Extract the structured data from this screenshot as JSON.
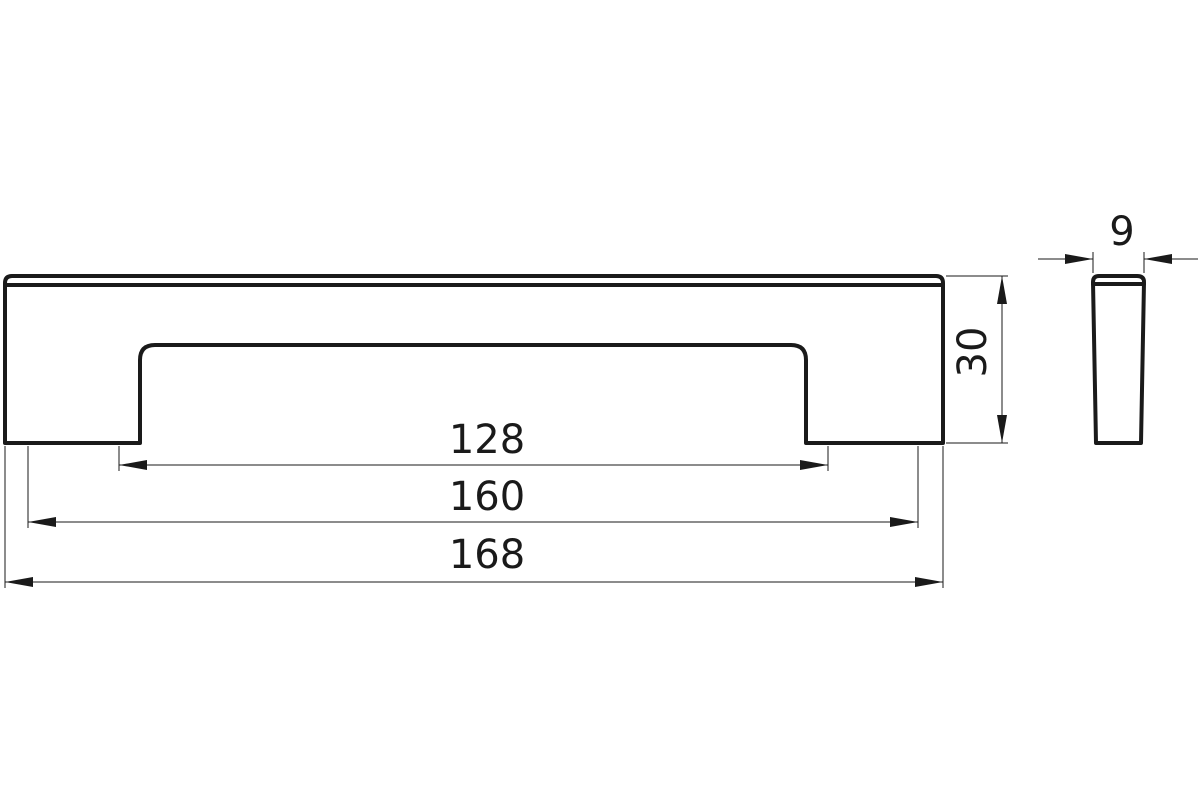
{
  "drawing": {
    "dimensions": {
      "hole_spacing": "128",
      "inner_length": "160",
      "overall_length": "168",
      "height": "30",
      "depth": "9"
    }
  }
}
